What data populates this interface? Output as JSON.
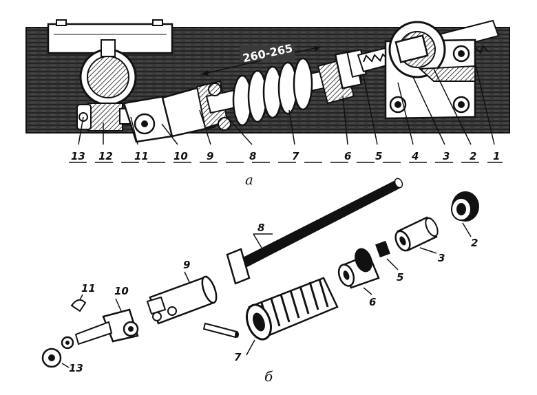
{
  "dimension_text": "260-265",
  "view_a_label": "а",
  "view_b_label": "б",
  "assembly_labels": [
    "13",
    "12",
    "11",
    "10",
    "9",
    "8",
    "7",
    "6",
    "5",
    "4",
    "3",
    "2",
    "1"
  ],
  "exploded_labels": {
    "p8": "8",
    "p9": "9",
    "p10": "10",
    "p11": "11",
    "p13": "13",
    "p7": "7",
    "p6": "6",
    "p5": "5",
    "p3": "3",
    "p2": "2"
  }
}
